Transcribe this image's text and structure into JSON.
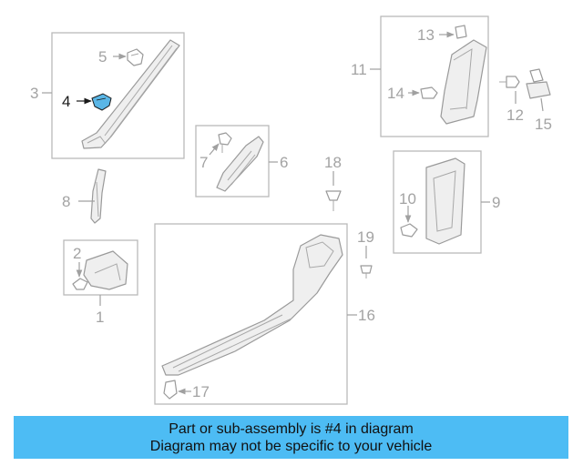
{
  "diagram": {
    "highlight_color": "#5ab6e6",
    "active_part": "4",
    "callouts": {
      "c1": "1",
      "c2": "2",
      "c3": "3",
      "c4": "4",
      "c5": "5",
      "c6": "6",
      "c7": "7",
      "c8": "8",
      "c9": "9",
      "c10": "10",
      "c11": "11",
      "c12": "12",
      "c13": "13",
      "c14": "14",
      "c15": "15",
      "c16": "16",
      "c17": "17",
      "c18": "18",
      "c19": "19"
    }
  },
  "banner": {
    "background": "#4dbcf4",
    "line1": "Part or sub-assembly is #4 in diagram",
    "line2": "Diagram may not be specific to your vehicle"
  }
}
